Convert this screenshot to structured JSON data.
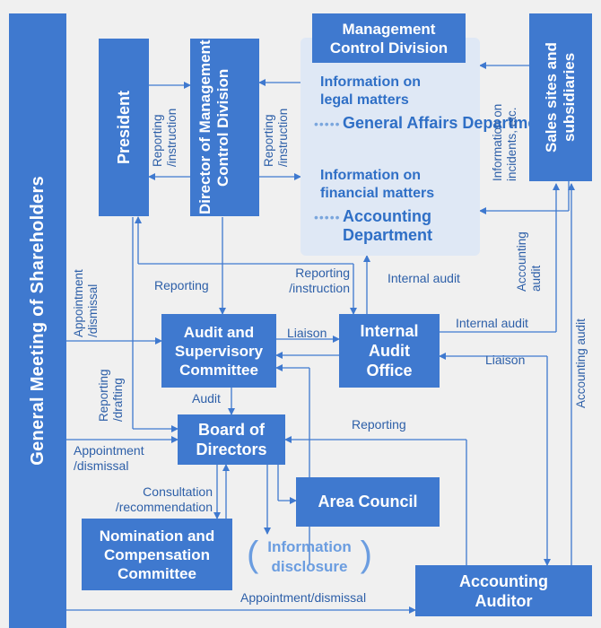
{
  "boxes": {
    "gms": "General Meeting of Shareholders",
    "president": "President",
    "director_mcd": "Director of Management Control Division",
    "mcd": "Management Control Division",
    "sales": "Sales sites and subsidiaries",
    "audit_committee": "Audit and Supervisory Committee",
    "internal_audit": "Internal Audit Office",
    "board": "Board of Directors",
    "area_council": "Area Council",
    "nomination": "Nomination and Compensation Committee",
    "accounting_auditor": "Accounting Auditor",
    "info_disclosure": "Information disclosure"
  },
  "mcd_panel": {
    "info_legal": "Information on legal matters",
    "general_affairs": "General Affairs Department",
    "info_financial": "Information on financial matters",
    "accounting_dept": "Accounting Department"
  },
  "labels": {
    "reporting_instruction_1": "Reporting /instruction",
    "reporting_instruction_2": "Reporting /instruction",
    "info_incidents": "Information on incidents, etc.",
    "accounting_audit_1": "Accounting audit",
    "accounting_audit_2": "Accounting audit",
    "reporting_instruction_3": "Reporting /instruction",
    "internal_audit_1": "Internal audit",
    "internal_audit_2": "Internal audit",
    "reporting_1": "Reporting",
    "appointment_1": "Appointment /dismissal",
    "reporting_drafting": "Reporting /drafting",
    "liaison_1": "Liaison",
    "liaison_2": "Liaison",
    "audit": "Audit",
    "reporting_2": "Reporting",
    "appointment_2": "Appointment /dismissal",
    "consultation": "Consultation /recommendation",
    "appointment_3": "Appointment/dismissal"
  }
}
